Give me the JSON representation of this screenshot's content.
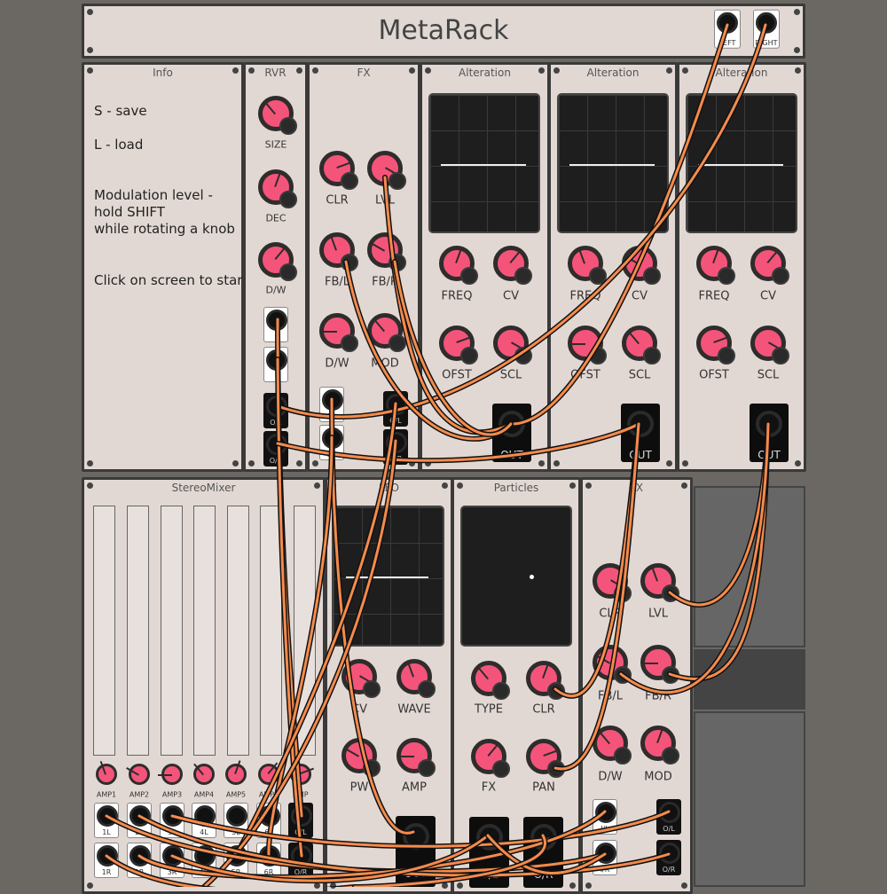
{
  "header": {
    "title": "MetaRack",
    "left_label": "LEFT",
    "right_label": "RIGHT"
  },
  "info": {
    "title": "Info",
    "save": "S - save",
    "load": "L - load",
    "mod1": "Modulation level -",
    "mod2": "hold SHIFT",
    "mod3": "while rotating a knob",
    "start": "Click on screen to start"
  },
  "rvr": {
    "title": "RVR",
    "size": "SIZE",
    "dec": "DEC",
    "dw": "D/W"
  },
  "fx": {
    "title": "FX",
    "clr": "CLR",
    "lvl": "LVL",
    "fbl": "FB/L",
    "fbr": "FB/R",
    "dw": "D/W",
    "mod": "MOD",
    "il": "I/L",
    "ir": "I/R",
    "ol": "O/L",
    "or": "O/R"
  },
  "alteration": {
    "title": "Alteration",
    "freq": "FREQ",
    "cv": "CV",
    "ofst": "OFST",
    "scl": "SCL",
    "out": "OUT"
  },
  "mixer": {
    "title": "StereoMixer",
    "amps": [
      "AMP1",
      "AMP2",
      "AMP3",
      "AMP4",
      "AMP5",
      "AMP6",
      "AMP"
    ],
    "left": [
      "1L",
      "2L",
      "3L",
      "4L",
      "5L",
      "6L",
      "O/L"
    ],
    "right": [
      "1R",
      "2R",
      "3R",
      "4R",
      "5R",
      "6R",
      "O/R"
    ]
  },
  "lfo": {
    "title": "LFO",
    "cv": "CV",
    "wave": "WAVE",
    "pw": "PW",
    "amp": "AMP",
    "out": "OUT"
  },
  "particles": {
    "title": "Particles",
    "type": "TYPE",
    "clr": "CLR",
    "fx": "FX",
    "pan": "PAN",
    "ol": "O/L",
    "or": "O/R"
  },
  "colors": {
    "panel": "#e2d8d3",
    "knob": "#f5547a",
    "cable": "#f58b4c",
    "background": "#6b6864"
  }
}
